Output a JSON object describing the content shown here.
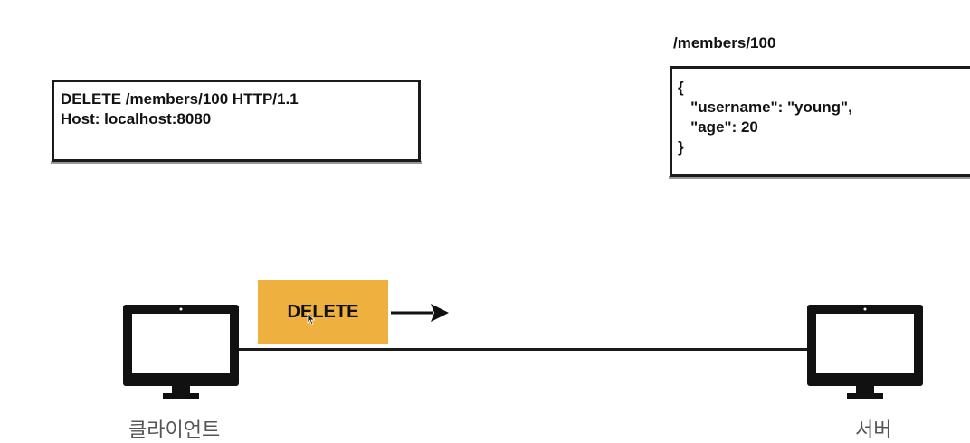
{
  "request": {
    "lines": [
      "DELETE /members/100 HTTP/1.1",
      "Host: localhost:8080"
    ]
  },
  "resource": {
    "path": "/members/100",
    "lines": [
      "{",
      "   \"username\": \"young\",",
      "   \"age\": 20",
      "}"
    ]
  },
  "method_badge": {
    "label": "DELETE",
    "color": "#eeb03e"
  },
  "client": {
    "label": "클라이언트"
  },
  "server": {
    "label": "서버"
  },
  "icons": {
    "client": "monitor-icon",
    "server": "monitor-icon",
    "arrow": "arrow-right-icon",
    "cursor": "mouse-cursor-icon"
  }
}
